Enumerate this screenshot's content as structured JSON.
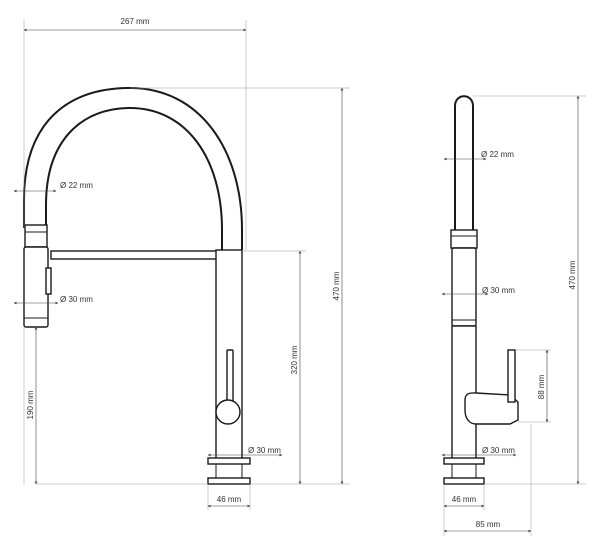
{
  "dimensions": {
    "width_top": "267 mm",
    "height_total_front": "470 mm",
    "spout_height": "320 mm",
    "spray_height": "190 mm",
    "hose_diameter_front": "Ø 22 mm",
    "spray_diameter_front": "Ø 30 mm",
    "body_diameter_front": "Ø 30 mm",
    "base_width_front": "46 mm",
    "hose_diameter_side": "Ø 22 mm",
    "spray_diameter_side": "Ø 30 mm",
    "handle_height_side": "88 mm",
    "body_diameter_side": "Ø 30 mm",
    "base_width_side": "46 mm",
    "depth_side": "85 mm",
    "height_total_side": "470 mm"
  },
  "colors": {
    "line": "#1a1a1a",
    "dimension_line": "#444444",
    "extension_line": "#9a9a9a",
    "text": "#333333"
  }
}
